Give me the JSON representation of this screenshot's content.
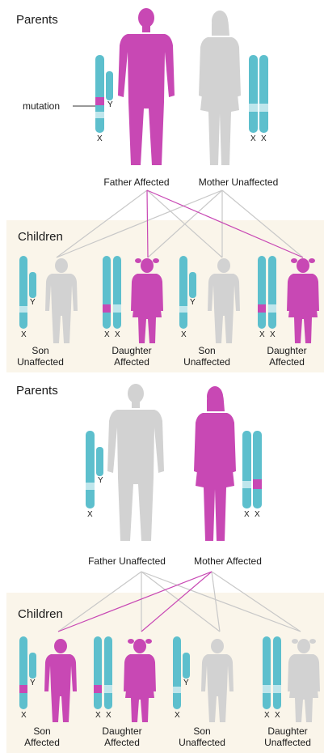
{
  "colors": {
    "affected": "#c848b4",
    "unaffected": "#d2d2d2",
    "chromosome": "#5dbfcd",
    "chromosome_band": "#bfe6ec",
    "mutation": "#c848b4",
    "children_bg": "#faf5ea",
    "line_unaffected": "#c8c8c8",
    "line_affected": "#c848b4"
  },
  "top": {
    "parents_label": "Parents",
    "mutation_label": "mutation",
    "father_caption": "Father Affected",
    "mother_caption": "Mother Unaffected",
    "father_chr": {
      "x": "X",
      "y": "Y"
    },
    "mother_chr": {
      "x1": "X",
      "x2": "X"
    },
    "children_label": "Children",
    "children": [
      {
        "line1": "Son",
        "line2": "Unaffected",
        "chr": [
          "X",
          "Y"
        ]
      },
      {
        "line1": "Daughter",
        "line2": "Affected",
        "chr": [
          "X",
          "X"
        ]
      },
      {
        "line1": "Son",
        "line2": "Unaffected",
        "chr": [
          "X",
          "Y"
        ]
      },
      {
        "line1": "Daughter",
        "line2": "Affected",
        "chr": [
          "X",
          "X"
        ]
      }
    ]
  },
  "bottom": {
    "parents_label": "Parents",
    "father_caption": "Father Unaffected",
    "mother_caption": "Mother Affected",
    "father_chr": {
      "x": "X",
      "y": "Y"
    },
    "mother_chr": {
      "x1": "X",
      "x2": "X"
    },
    "children_label": "Children",
    "children": [
      {
        "line1": "Son",
        "line2": "Affected",
        "chr": [
          "X",
          "Y"
        ]
      },
      {
        "line1": "Daughter",
        "line2": "Affected",
        "chr": [
          "X",
          "X"
        ]
      },
      {
        "line1": "Son",
        "line2": "Unaffected",
        "chr": [
          "X",
          "Y"
        ]
      },
      {
        "line1": "Daughter",
        "line2": "Unaffected",
        "chr": [
          "X",
          "X"
        ]
      }
    ]
  }
}
